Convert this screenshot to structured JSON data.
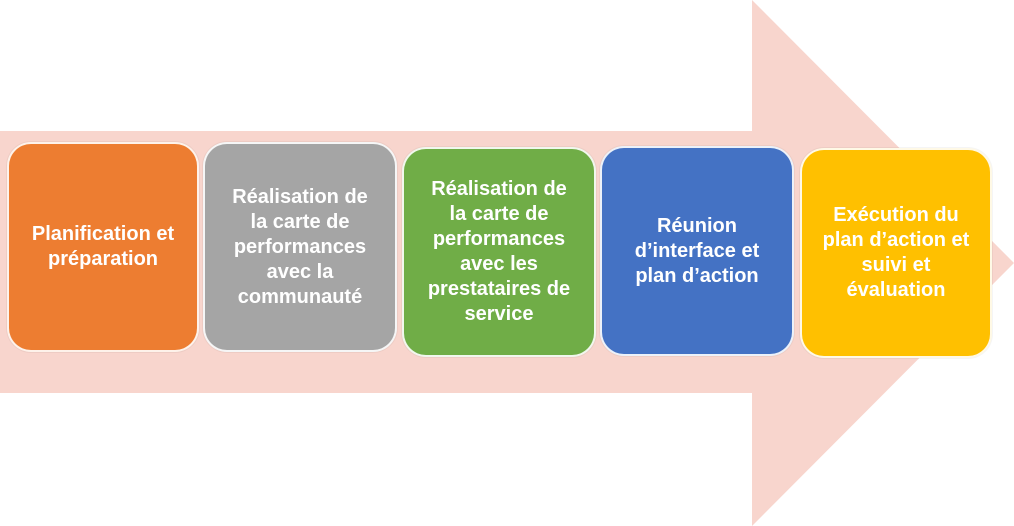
{
  "arrow": {
    "color": "#F8D5CD"
  },
  "steps": [
    {
      "label": "Planification et\npréparation",
      "color": "#ED7D31"
    },
    {
      "label": "Réalisation de\nla carte de\nperformances\navec la\ncommunauté",
      "color": "#A5A5A5"
    },
    {
      "label": "Réalisation de\nla carte de\nperformances\navec les\nprestataires de\nservice",
      "color": "#70AD47"
    },
    {
      "label": "Réunion\nd’interface et\nplan d’action",
      "color": "#4472C4"
    },
    {
      "label": "Exécution du\nplan d’action et\nsuivi et\névaluation",
      "color": "#FFC000"
    }
  ]
}
